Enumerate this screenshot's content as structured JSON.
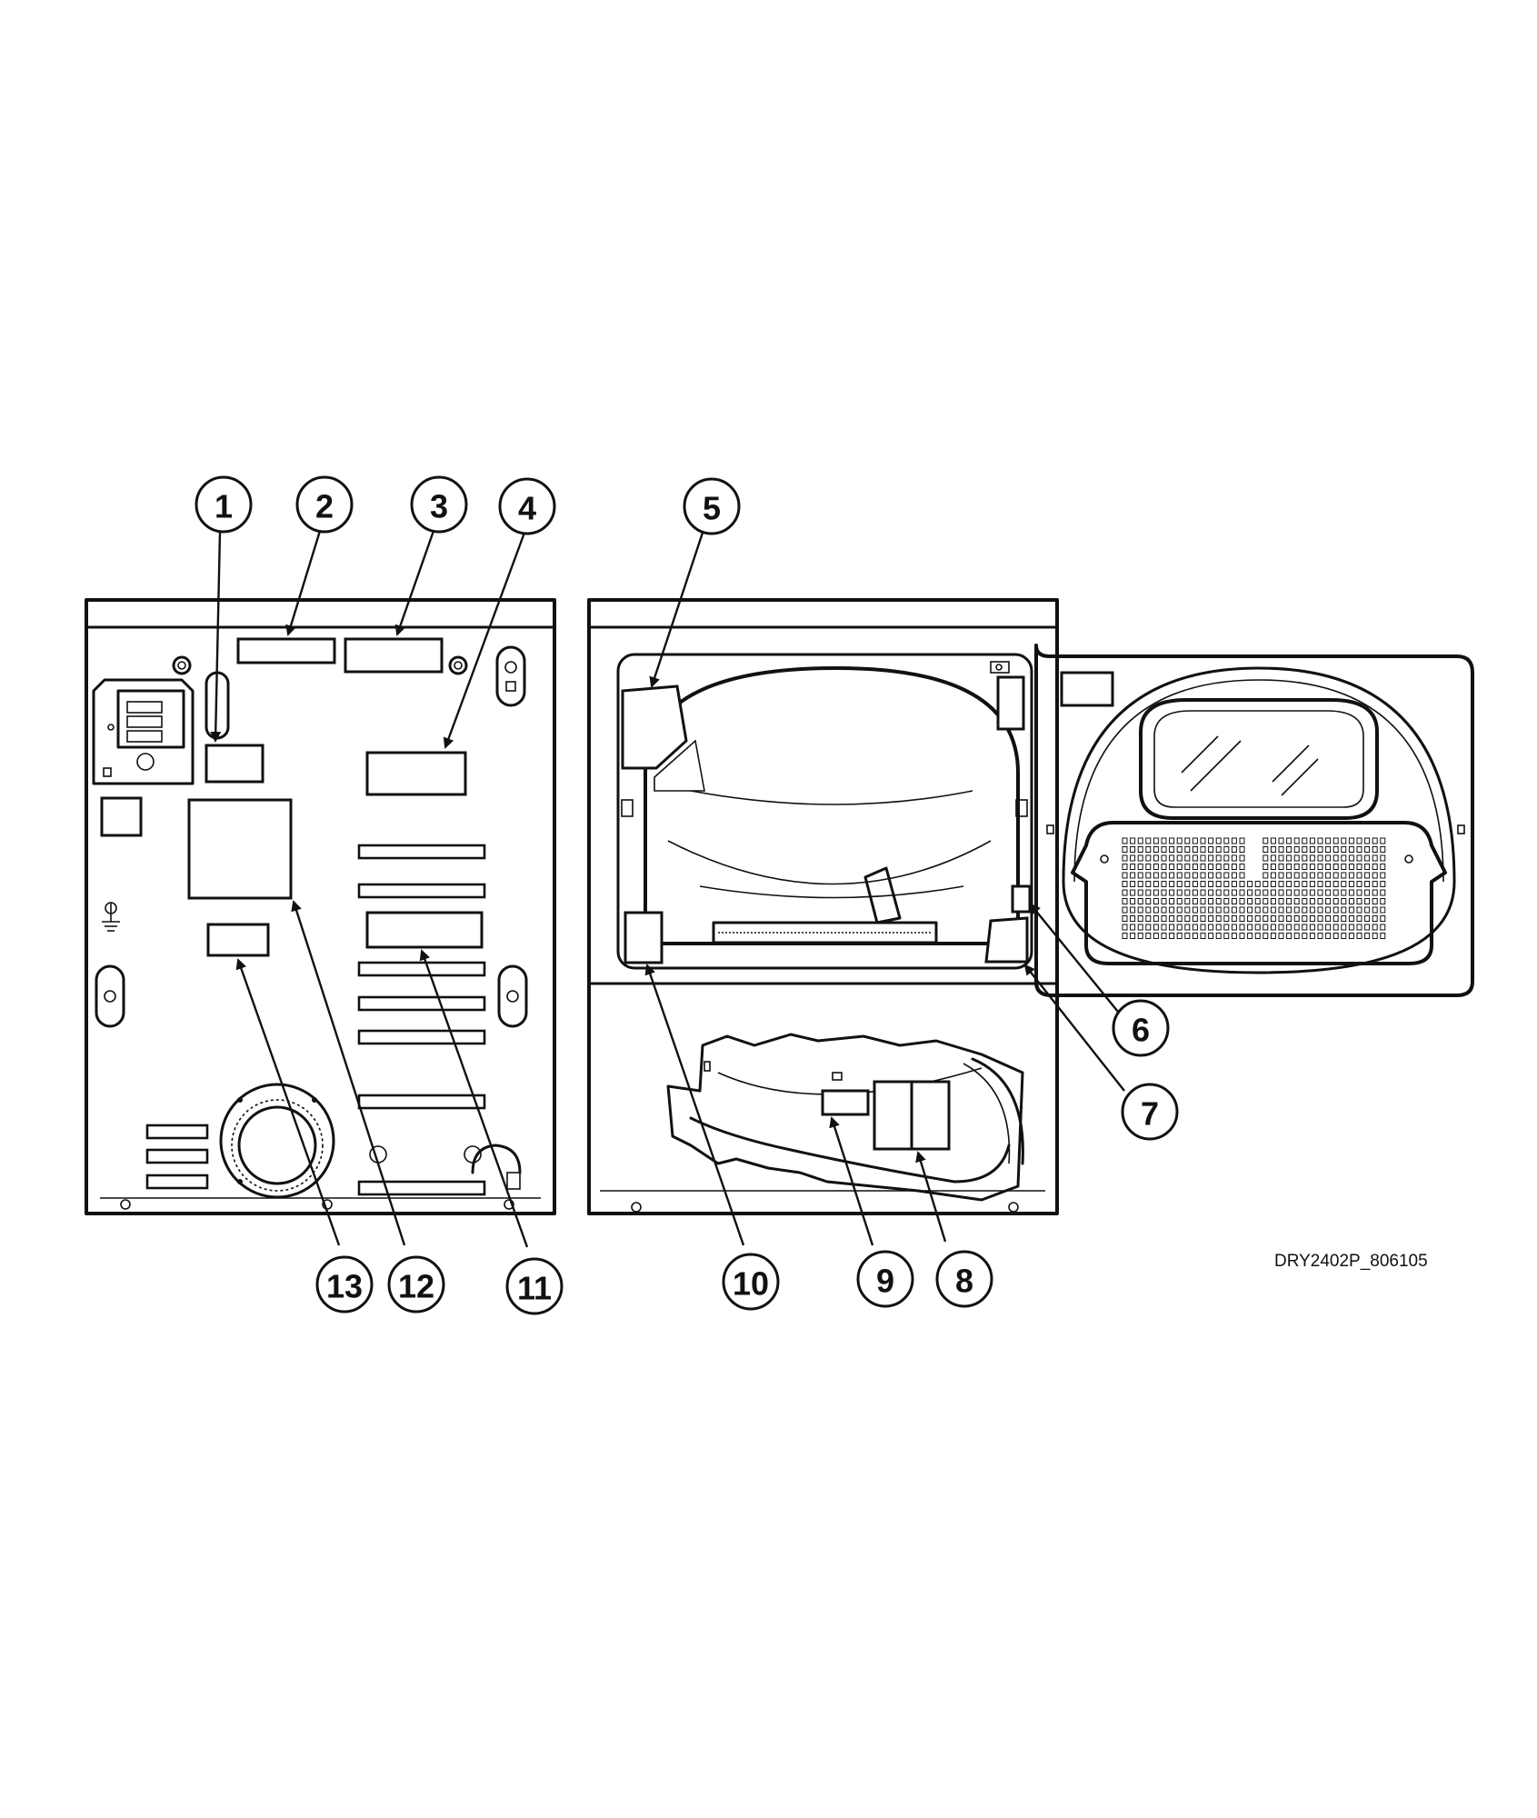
{
  "figure": {
    "reference_code": "DRY2402P_806105",
    "views": [
      "rear-view",
      "front-view-door-open"
    ]
  },
  "callouts": [
    {
      "id": "callout-1",
      "number": "1"
    },
    {
      "id": "callout-2",
      "number": "2"
    },
    {
      "id": "callout-3",
      "number": "3"
    },
    {
      "id": "callout-4",
      "number": "4"
    },
    {
      "id": "callout-5",
      "number": "5"
    },
    {
      "id": "callout-6",
      "number": "6"
    },
    {
      "id": "callout-7",
      "number": "7"
    },
    {
      "id": "callout-8",
      "number": "8"
    },
    {
      "id": "callout-9",
      "number": "9"
    },
    {
      "id": "callout-10",
      "number": "10"
    },
    {
      "id": "callout-11",
      "number": "11"
    },
    {
      "id": "callout-12",
      "number": "12"
    },
    {
      "id": "callout-13",
      "number": "13"
    }
  ],
  "icons": {
    "ground": "ground-symbol-icon",
    "arrow": "arrowhead-icon"
  },
  "colors": {
    "line": "#111111",
    "background": "#ffffff"
  }
}
